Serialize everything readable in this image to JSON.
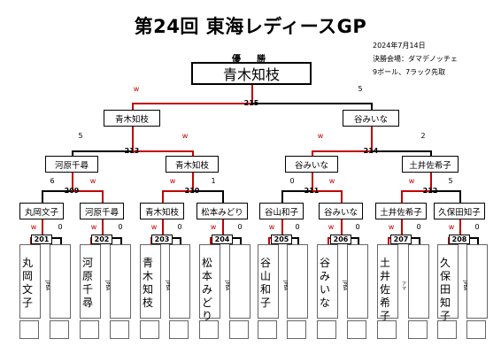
{
  "title": "第24回  東海レディースGP",
  "info": {
    "date": "2024年7月14日",
    "venue": "決勝会場：ダマデノッチェ",
    "rule": "9ボール、7ラック先取"
  },
  "champion": {
    "label": "優　勝",
    "name": "青木知枝"
  },
  "final": {
    "match_no": "215",
    "score_left": "w",
    "score_right": "5"
  },
  "semifinals": [
    {
      "match_no": "213",
      "player": "青木知枝",
      "score_left": "5",
      "score_right": "w"
    },
    {
      "match_no": "214",
      "player": "谷みいな",
      "score_left": "w",
      "score_right": "2"
    }
  ],
  "quarterfinals": [
    {
      "match_no": "209",
      "player": "河原千尋",
      "score_left": "6",
      "score_right": "w"
    },
    {
      "match_no": "210",
      "player": "青木知枝",
      "score_left": "w",
      "score_right": "1"
    },
    {
      "match_no": "211",
      "player": "谷みいな",
      "score_left": "0",
      "score_right": "w"
    },
    {
      "match_no": "212",
      "player": "土井佐希子",
      "score_left": "w",
      "score_right": "5"
    }
  ],
  "round2": [
    {
      "player": "丸岡文子",
      "score_left": "w",
      "score_right": "0"
    },
    {
      "player": "河原千尋",
      "score_left": "w",
      "score_right": "0"
    },
    {
      "player": "青木知枝",
      "score_left": "w",
      "score_right": "0"
    },
    {
      "player": "松本みどり",
      "score_left": "w",
      "score_right": "0"
    },
    {
      "player": "谷山和子",
      "score_left": "w",
      "score_right": "0"
    },
    {
      "player": "谷みいな",
      "score_left": "w",
      "score_right": "0"
    },
    {
      "player": "土井佐希子",
      "score_left": "w",
      "score_right": "0"
    },
    {
      "player": "久保田知子",
      "score_left": "w",
      "score_right": "0"
    }
  ],
  "round1_matches": [
    "201",
    "202",
    "203",
    "204",
    "205",
    "206",
    "207",
    "208"
  ],
  "entrants": [
    {
      "name": "丸岡文子",
      "affiliation": "JPBA"
    },
    {
      "name": "河原千尋",
      "affiliation": "JPBA"
    },
    {
      "name": "青木知枝",
      "affiliation": "JPBA"
    },
    {
      "name": "松本みどり",
      "affiliation": "JPBA"
    },
    {
      "name": "谷山和子",
      "affiliation": "JPBA"
    },
    {
      "name": "谷みいな",
      "affiliation": "JPBA"
    },
    {
      "name": "土井佐希子",
      "affiliation": "アマ"
    },
    {
      "name": "久保田知子",
      "affiliation": "JPBA"
    }
  ],
  "colors": {
    "winner_line": "#c00000",
    "line": "#000000",
    "slot_border": "#666666"
  }
}
